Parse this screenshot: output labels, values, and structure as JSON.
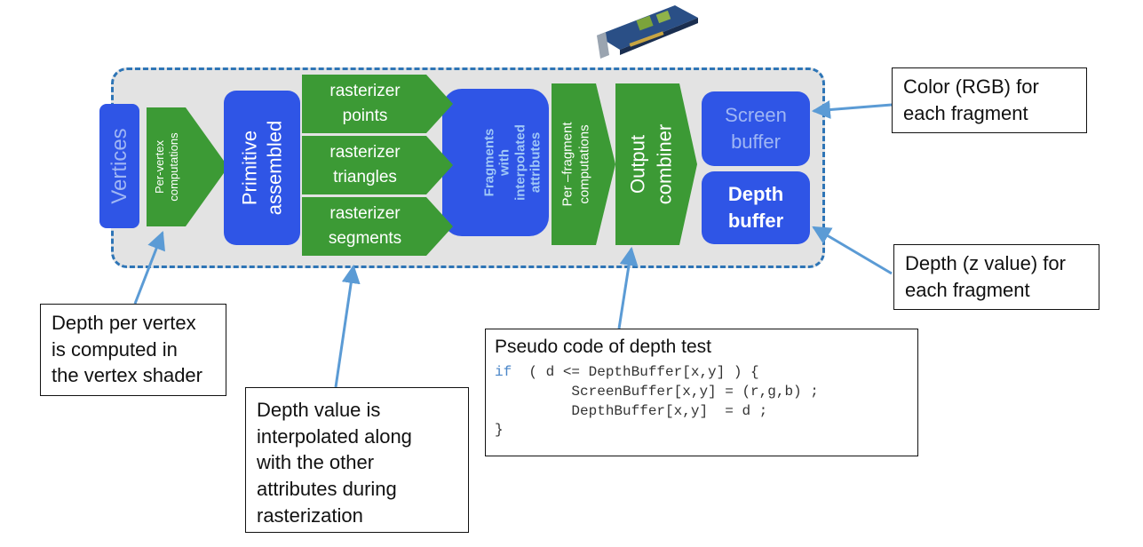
{
  "pipeline": {
    "vertices": "Vertices",
    "per_vertex": [
      "Per-vertex",
      "computations"
    ],
    "primitive": [
      "Primitive",
      "assembled"
    ],
    "rasterizers": [
      [
        "rasterizer",
        "points"
      ],
      [
        "rasterizer",
        "triangles"
      ],
      [
        "rasterizer",
        "segments"
      ]
    ],
    "fragments": [
      "Fragments",
      "with",
      "interpolated",
      "attributes"
    ],
    "per_fragment": [
      "Per –fragment",
      "computations"
    ],
    "output_combiner": [
      "Output",
      "combiner"
    ],
    "screen_buffer": [
      "Screen",
      "buffer"
    ],
    "depth_buffer": [
      "Depth",
      "buffer"
    ]
  },
  "callouts": {
    "color": [
      "Color (RGB)  for",
      "each fragment"
    ],
    "depth_z": [
      "Depth (z value)  for",
      "each fragment"
    ],
    "depth_vertex": [
      "Depth per vertex",
      "is computed in",
      "the vertex shader"
    ],
    "depth_interp": [
      "Depth value is",
      "interpolated along",
      "with the other",
      "attributes during",
      "rasterization"
    ]
  },
  "pseudo_code": {
    "title": "Pseudo code of depth test",
    "kw_if": "if",
    "line1_rest": "  ( d <= DepthBuffer[x,y] ) {",
    "line2": "         ScreenBuffer[x,y] = (r,g,b) ;",
    "line3": "         DepthBuffer[x,y]  = d ;",
    "line4": "}"
  },
  "colors": {
    "stage_blue": "#2f55e6",
    "stage_green": "#3c9a35",
    "dashed_border": "#2e75b6",
    "arrow": "#5b9bd5"
  }
}
